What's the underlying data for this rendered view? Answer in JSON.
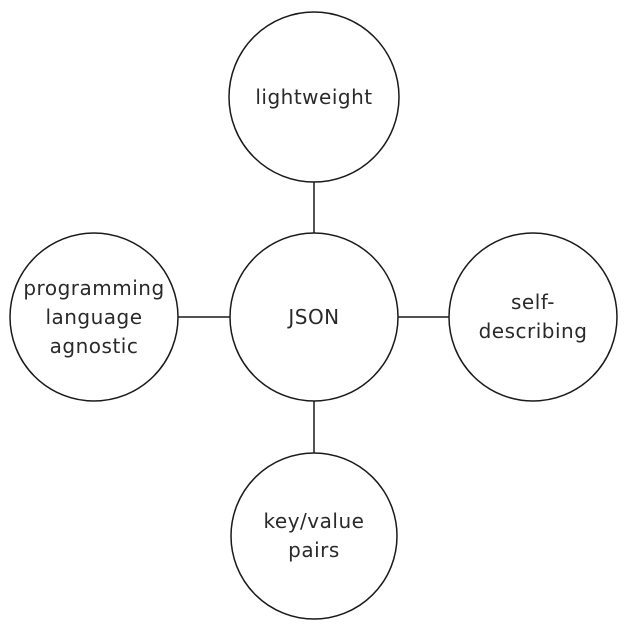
{
  "center": {
    "id": "json",
    "lines": [
      "JSON"
    ]
  },
  "nodes": [
    {
      "id": "lightweight",
      "lines": [
        "lightweight"
      ]
    },
    {
      "id": "self-describing",
      "lines": [
        "self-",
        "describing"
      ]
    },
    {
      "id": "key-value-pairs",
      "lines": [
        "key/value",
        "pairs"
      ]
    },
    {
      "id": "programming-language-agnostic",
      "lines": [
        "programming",
        "language",
        "agnostic"
      ]
    }
  ],
  "colors": {
    "stroke": "#1a1a1a",
    "text": "#2a2a2a",
    "background": "#ffffff"
  }
}
